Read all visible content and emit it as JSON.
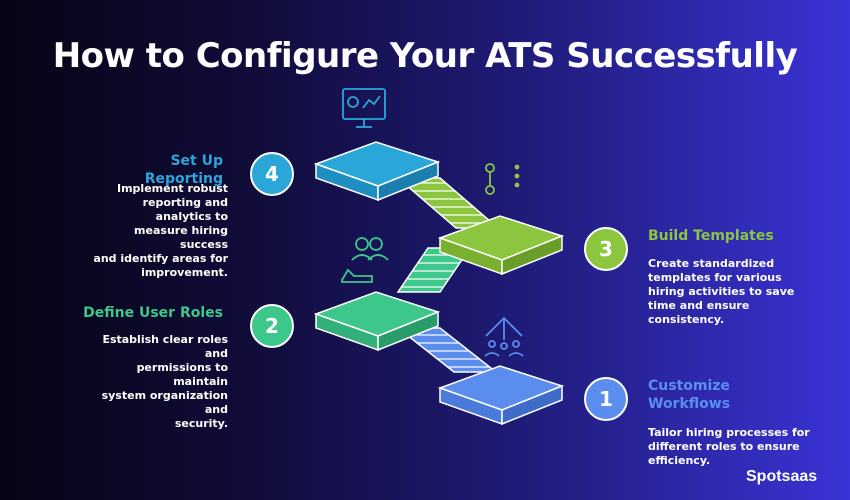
{
  "title": "How to Configure Your ATS Successfully",
  "colors": {
    "step1": "#5b8def",
    "step2": "#3ec78a",
    "step3": "#8cc63f",
    "step4": "#2aa6d8"
  },
  "steps": [
    {
      "number": "1",
      "title_line1": "Customize",
      "title_line2": "Workflows",
      "description": [
        "Tailor hiring processes for",
        "different roles to ensure",
        "efficiency."
      ],
      "icon": "team-growth-icon"
    },
    {
      "number": "2",
      "title": "Define User Roles",
      "description": [
        "Establish clear roles and",
        "permissions to maintain",
        "system organization and",
        "security."
      ],
      "icon": "users-icon"
    },
    {
      "number": "3",
      "title": "Build Templates",
      "description": [
        "Create standardized",
        "templates for various",
        "hiring activities to save",
        "time and ensure",
        "consistency."
      ],
      "icon": "process-flow-icon"
    },
    {
      "number": "4",
      "title": "Set Up Reporting",
      "description": [
        "Implement robust",
        "reporting and analytics to",
        "measure hiring success",
        "and identify areas for",
        "improvement."
      ],
      "icon": "analytics-monitor-icon"
    }
  ],
  "brand": "Spotsaas"
}
